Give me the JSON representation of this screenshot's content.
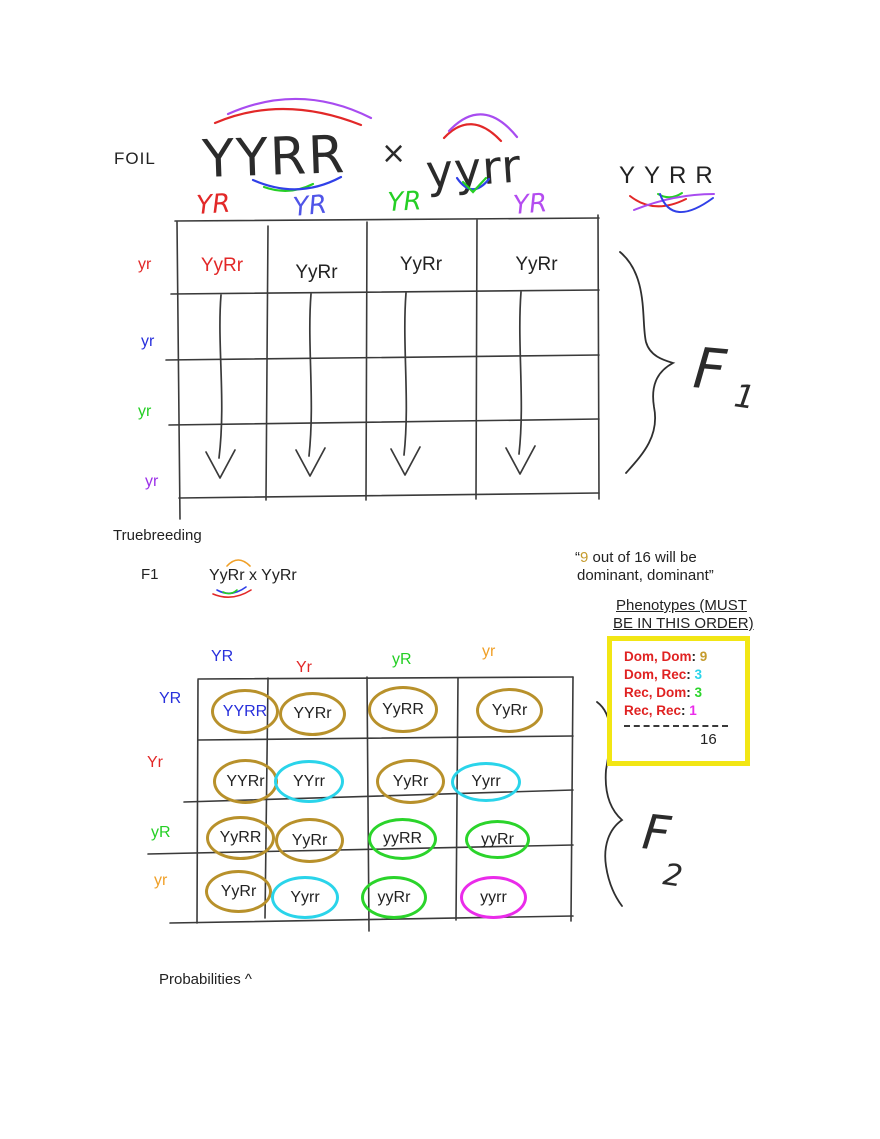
{
  "labels": {
    "foil": "FOIL",
    "truebreeding": "Truebreeding",
    "f1": "F1",
    "f1_cross": "YyRr x YyRr",
    "probabilities": "Probabilities ^",
    "parent_right": "YYRR"
  },
  "handwriting": {
    "parent1": "YYRR",
    "cross": "×",
    "parent2": "yyrr",
    "f_label": "F",
    "f1_subscript": "1",
    "f2_subscript": "2"
  },
  "quote": {
    "open": "“",
    "highlight": "9",
    "rest": " out of 16 will be",
    "line2": "dominant, dominant”"
  },
  "phenotypes_heading": {
    "line1": "Phenotypes (MUST",
    "line2": "BE IN THIS ORDER)"
  },
  "phenotype_box": {
    "border_color": "#f2e614",
    "label_color": "#e02222",
    "rows": [
      {
        "label": "Dom, Dom",
        "sep": ": ",
        "count": "9",
        "count_color": "#c59b2d"
      },
      {
        "label": "Dom, Rec",
        "sep": ": ",
        "count": "3",
        "count_color": "#2ad4ea"
      },
      {
        "label": "Rec, Dom",
        "sep": ": ",
        "count": "3",
        "count_color": "#2bd42b"
      },
      {
        "label": "Rec, Rec",
        "sep": ": ",
        "count": "1",
        "count_color": "#ea2bea"
      }
    ],
    "total": "16"
  },
  "punnett1": {
    "col_headers": [
      {
        "label": "YR",
        "color": "#e22828"
      },
      {
        "label": "YR",
        "color": "#5055e8"
      },
      {
        "label": "YR",
        "color": "#25cf25"
      },
      {
        "label": "YR",
        "color": "#b44cf0"
      }
    ],
    "row_headers": [
      {
        "label": "yr",
        "color": "#e22828"
      },
      {
        "label": "yr",
        "color": "#2830dc"
      },
      {
        "label": "yr",
        "color": "#25cf25"
      },
      {
        "label": "yr",
        "color": "#9c30e8"
      }
    ],
    "row1_cells": [
      {
        "label": "YyRr",
        "color": "#e22828"
      },
      {
        "label": "YyRr",
        "color": "#222222"
      },
      {
        "label": "YyRr",
        "color": "#222222"
      },
      {
        "label": "YyRr",
        "color": "#222222"
      }
    ]
  },
  "punnett2": {
    "col_headers": [
      {
        "label": "YR",
        "color": "#2830dc"
      },
      {
        "label": "Yr",
        "color": "#e22828"
      },
      {
        "label": "yR",
        "color": "#25cf25"
      },
      {
        "label": "yr",
        "color": "#f0a028"
      }
    ],
    "row_headers": [
      {
        "label": "YR",
        "color": "#2830dc"
      },
      {
        "label": "Yr",
        "color": "#e22828"
      },
      {
        "label": "yR",
        "color": "#25cf25"
      },
      {
        "label": "yr",
        "color": "#f0a028"
      }
    ],
    "cells": [
      [
        {
          "label": "YYRR",
          "text_color": "#2830dc",
          "oval_color": "#b8912b"
        },
        {
          "label": "YYRr",
          "text_color": "#222222",
          "oval_color": "#b8912b"
        },
        {
          "label": "YyRR",
          "text_color": "#222222",
          "oval_color": "#b8912b"
        },
        {
          "label": "YyRr",
          "text_color": "#222222",
          "oval_color": "#b8912b"
        }
      ],
      [
        {
          "label": "YYRr",
          "text_color": "#222222",
          "oval_color": "#b8912b"
        },
        {
          "label": "YYrr",
          "text_color": "#222222",
          "oval_color": "#2ad4ea"
        },
        {
          "label": "YyRr",
          "text_color": "#222222",
          "oval_color": "#b8912b"
        },
        {
          "label": "Yyrr",
          "text_color": "#222222",
          "oval_color": "#2ad4ea"
        }
      ],
      [
        {
          "label": "YyRR",
          "text_color": "#222222",
          "oval_color": "#b8912b"
        },
        {
          "label": "YyRr",
          "text_color": "#222222",
          "oval_color": "#b8912b"
        },
        {
          "label": "yyRR",
          "text_color": "#222222",
          "oval_color": "#2bd42b"
        },
        {
          "label": "yyRr",
          "text_color": "#222222",
          "oval_color": "#2bd42b"
        }
      ],
      [
        {
          "label": "YyRr",
          "text_color": "#222222",
          "oval_color": "#b8912b"
        },
        {
          "label": "Yyrr",
          "text_color": "#222222",
          "oval_color": "#2ad4ea"
        },
        {
          "label": "yyRr",
          "text_color": "#222222",
          "oval_color": "#2bd42b"
        },
        {
          "label": "yyrr",
          "text_color": "#222222",
          "oval_color": "#ea2bea"
        }
      ]
    ]
  }
}
